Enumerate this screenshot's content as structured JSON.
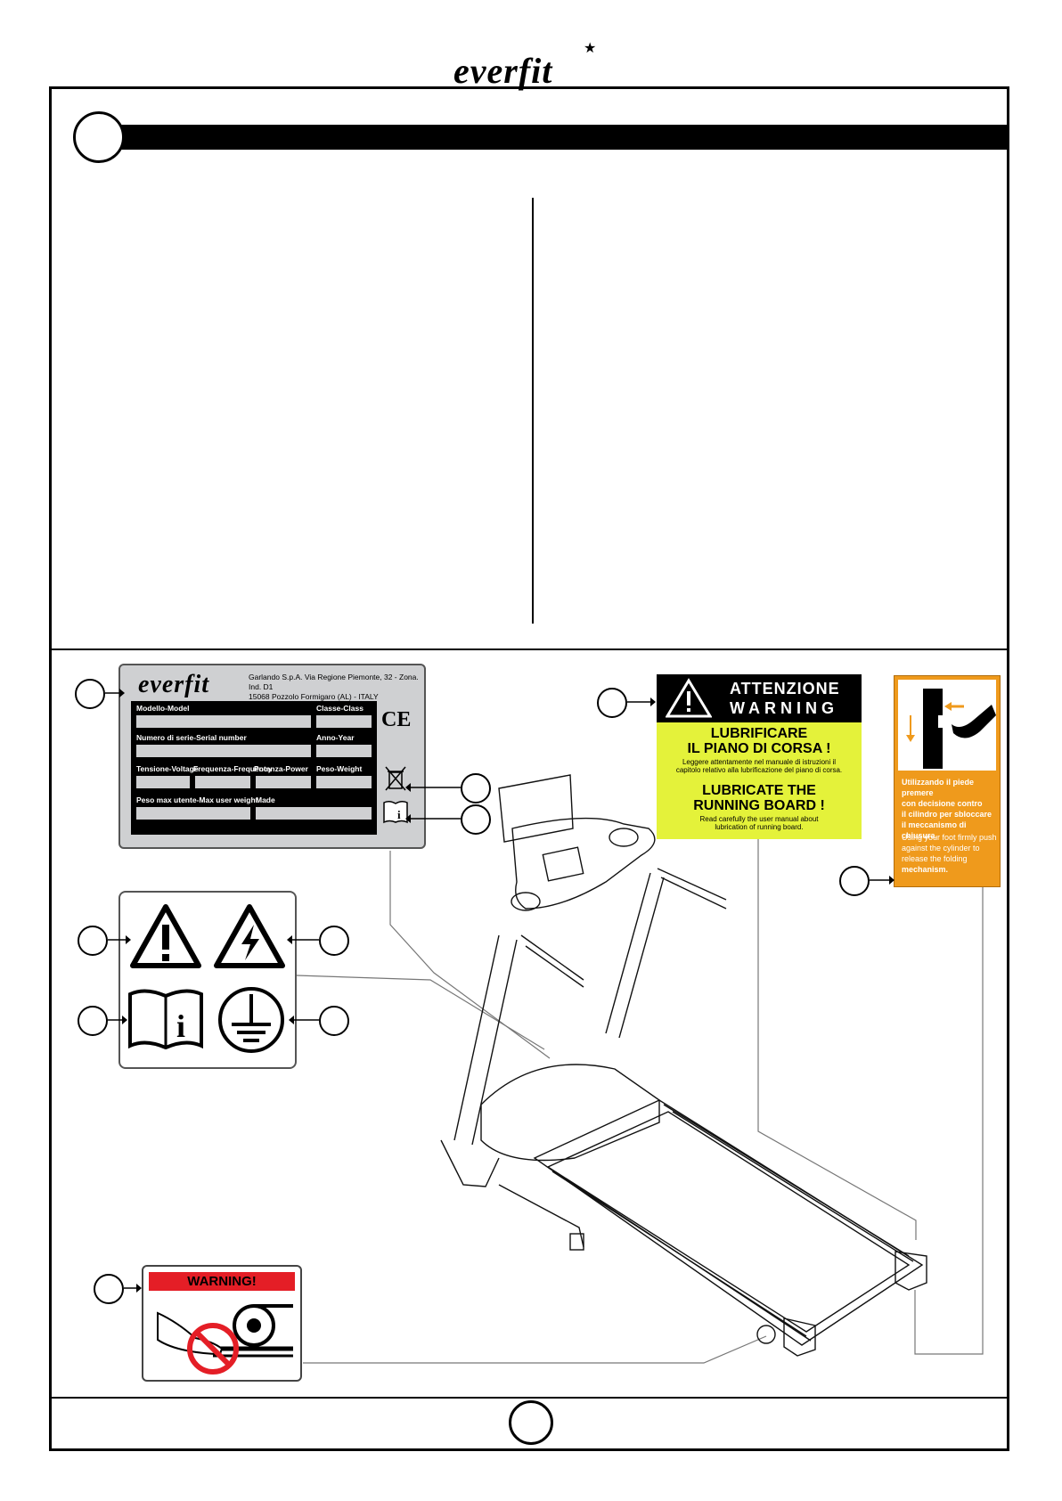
{
  "brand": {
    "logo_text": "everfit"
  },
  "page": {
    "section_number": "",
    "page_number": ""
  },
  "rating_plate": {
    "logo_text": "everfit",
    "company_line1": "Garlando S.p.A. Via Regione Piemonte, 32 - Zona. Ind. D1",
    "company_line2": "15068 Pozzolo Formigaro (AL) - ITALY",
    "labels": {
      "model": "Modello-Model",
      "class": "Classe-Class",
      "serial": "Numero di serie-Serial number",
      "year": "Anno-Year",
      "voltage": "Tensione-Voltage",
      "frequency": "Frequenza-Frequency",
      "power": "Potenza-Power",
      "weight": "Peso-Weight",
      "max_user_weight": "Peso max utente-Max user weight",
      "made": "Made"
    },
    "ce_mark": "CE"
  },
  "lubricate_label": {
    "title_it": "ATTENZIONE",
    "title_en": "WARNING",
    "heading_it_1": "LUBRIFICARE",
    "heading_it_2": "IL PIANO DI CORSA !",
    "body_it_1": "Leggere attentamente nel manuale di istruzioni il",
    "body_it_2": "capitolo relativo alla lubrificazione del piano di corsa.",
    "heading_en_1": "LUBRICATE THE",
    "heading_en_2": "RUNNING BOARD !",
    "body_en_1": "Read carefully the user manual about",
    "body_en_2": "lubrication of running board."
  },
  "folding_label": {
    "text_it_1": "Utilizzando il piede premere",
    "text_it_2": "con decisione contro",
    "text_it_3": "il cilindro per sbloccare",
    "text_it_4": "il meccanismo di chiusura.",
    "text_en_1": "Using your foot firmly push",
    "text_en_2": "against the cylinder to",
    "text_en_3": "release the folding",
    "text_en_4": "mechanism."
  },
  "belt_warning": {
    "title": "WARNING!"
  },
  "colors": {
    "lubricate_bg": "#e4f23a",
    "folding_bg": "#ef9a1c",
    "warning_red": "#e41e26",
    "plate_grey": "#cfd0d2"
  },
  "icons": [
    "warning-triangle-icon",
    "electric-shock-icon",
    "manual-info-icon",
    "earth-ground-icon",
    "weee-bin-icon",
    "ce-mark-icon",
    "no-hands-icon"
  ]
}
